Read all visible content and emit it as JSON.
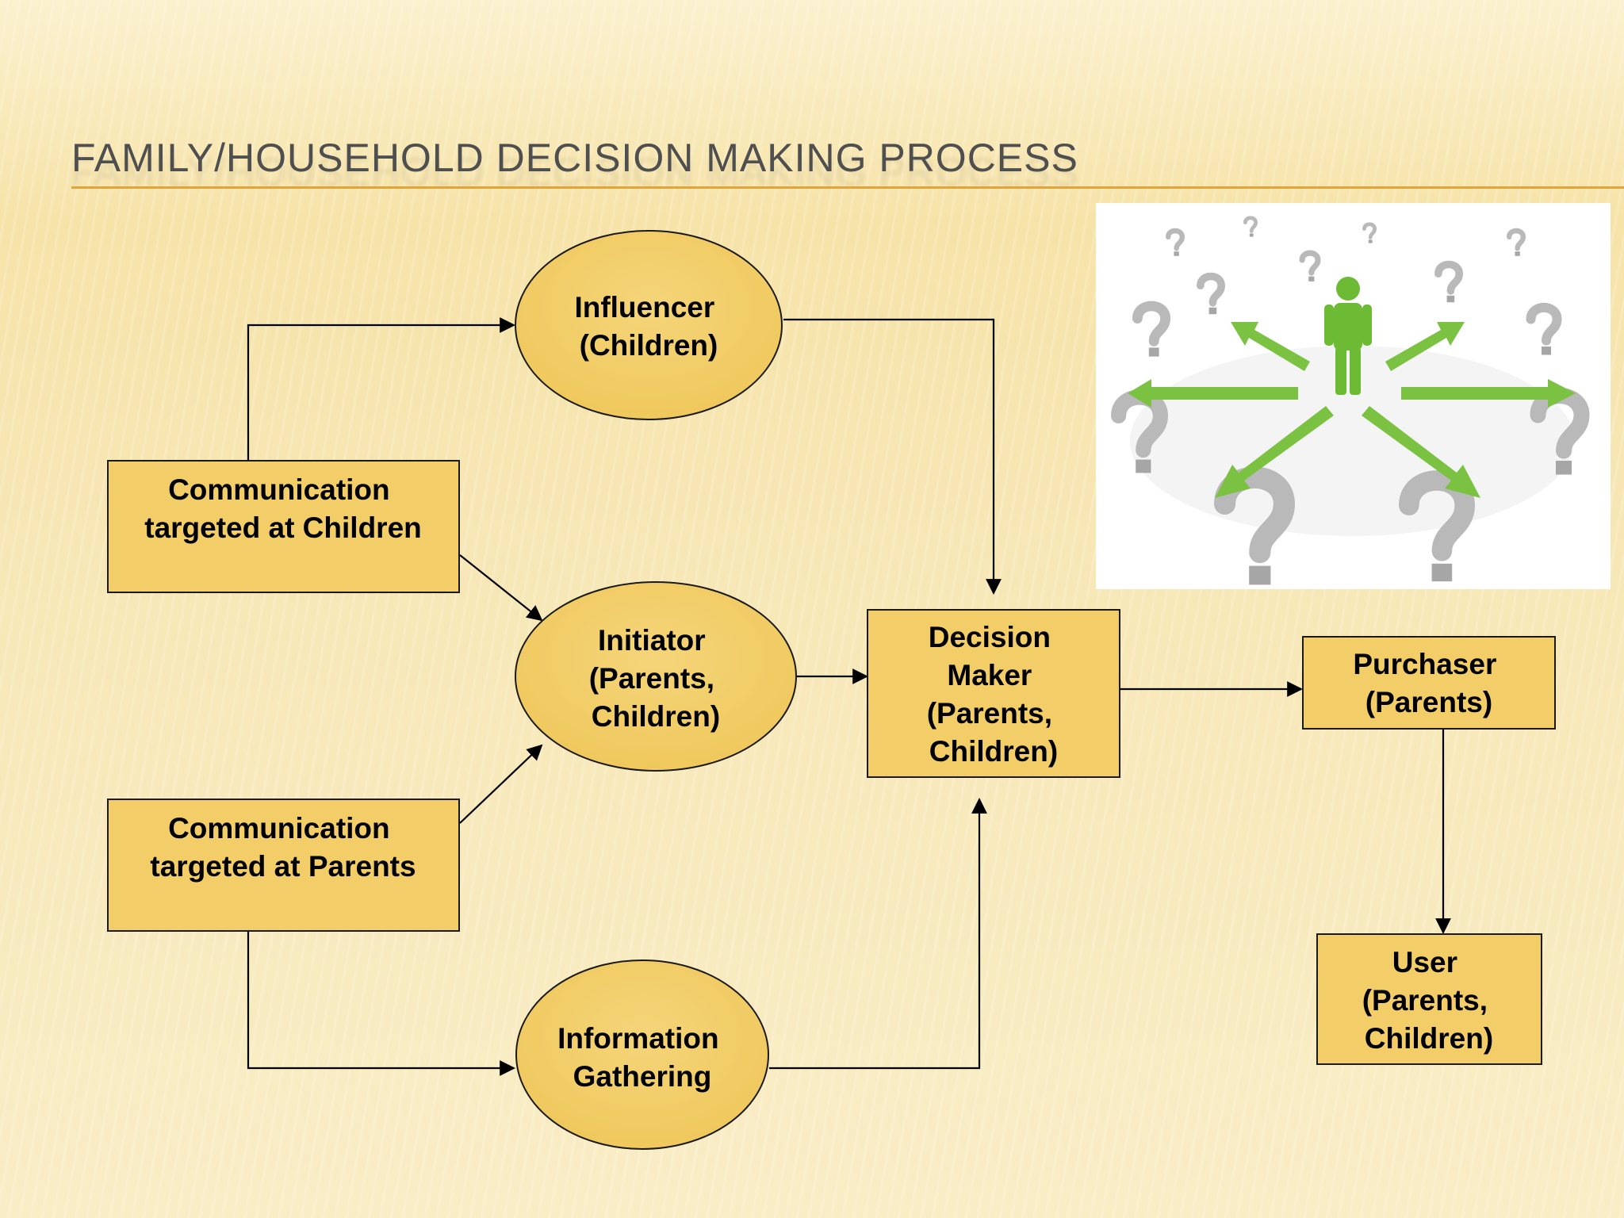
{
  "slide": {
    "title": "FAMILY/HOUSEHOLD DECISION MAKING PROCESS"
  },
  "nodes": {
    "influencer": [
      "Influencer",
      "(Children)"
    ],
    "comm_children": [
      "Communication",
      "targeted at Children"
    ],
    "initiator": [
      "Initiator",
      "(Parents,",
      "Children)"
    ],
    "comm_parents": [
      "Communication",
      "targeted at Parents"
    ],
    "info_gathering": [
      "Information",
      "Gathering"
    ],
    "decision_maker": [
      "Decision",
      "Maker",
      "(Parents,",
      "Children)"
    ],
    "purchaser": [
      "Purchaser",
      "(Parents)"
    ],
    "user": [
      "User",
      "(Parents,",
      "Children)"
    ]
  },
  "colors": {
    "node_fill": "#f2cd68",
    "accent_rule": "#e0a43a",
    "person_green": "#7cc242",
    "question_gray": "#b9b9b9"
  },
  "illustration": {
    "icon": "person-with-arrows-and-question-marks-icon"
  }
}
